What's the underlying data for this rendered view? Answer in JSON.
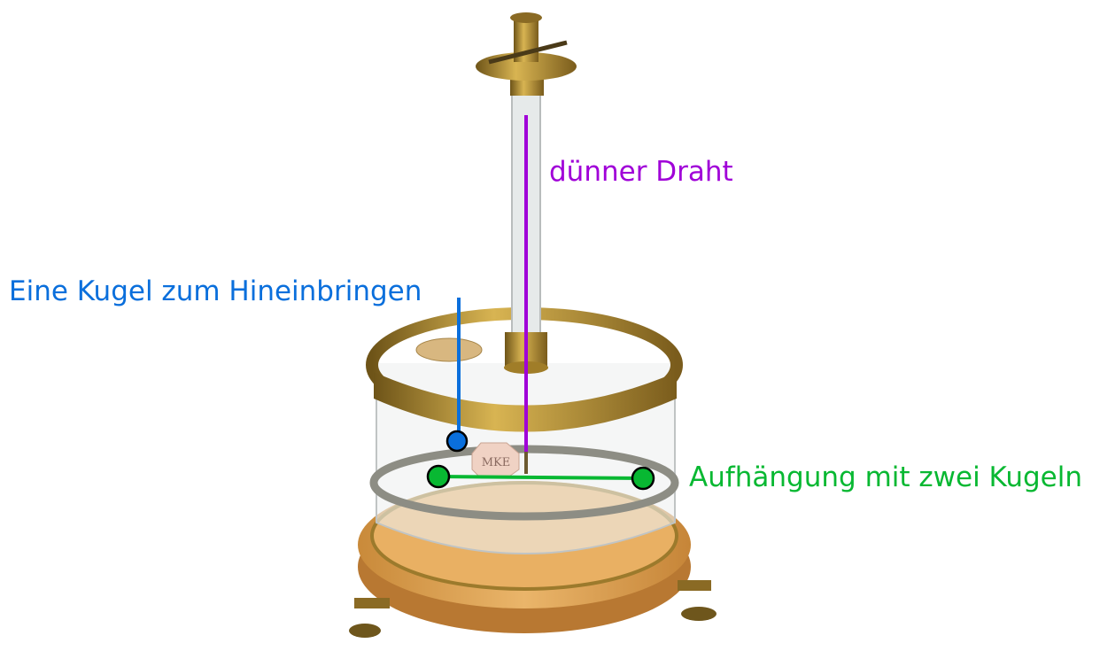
{
  "labels": {
    "wire": "dünner Draht",
    "ball_insert": "Eine Kugel zum Hineinbringen",
    "suspension": "Aufhängung mit zwei Kugeln"
  },
  "plate_text": "MKE",
  "colors": {
    "wire": "#A000D8",
    "ball_insert": "#0A6FDC",
    "suspension": "#08B832",
    "brass": "#B8952E",
    "wood": "#E2A857"
  }
}
